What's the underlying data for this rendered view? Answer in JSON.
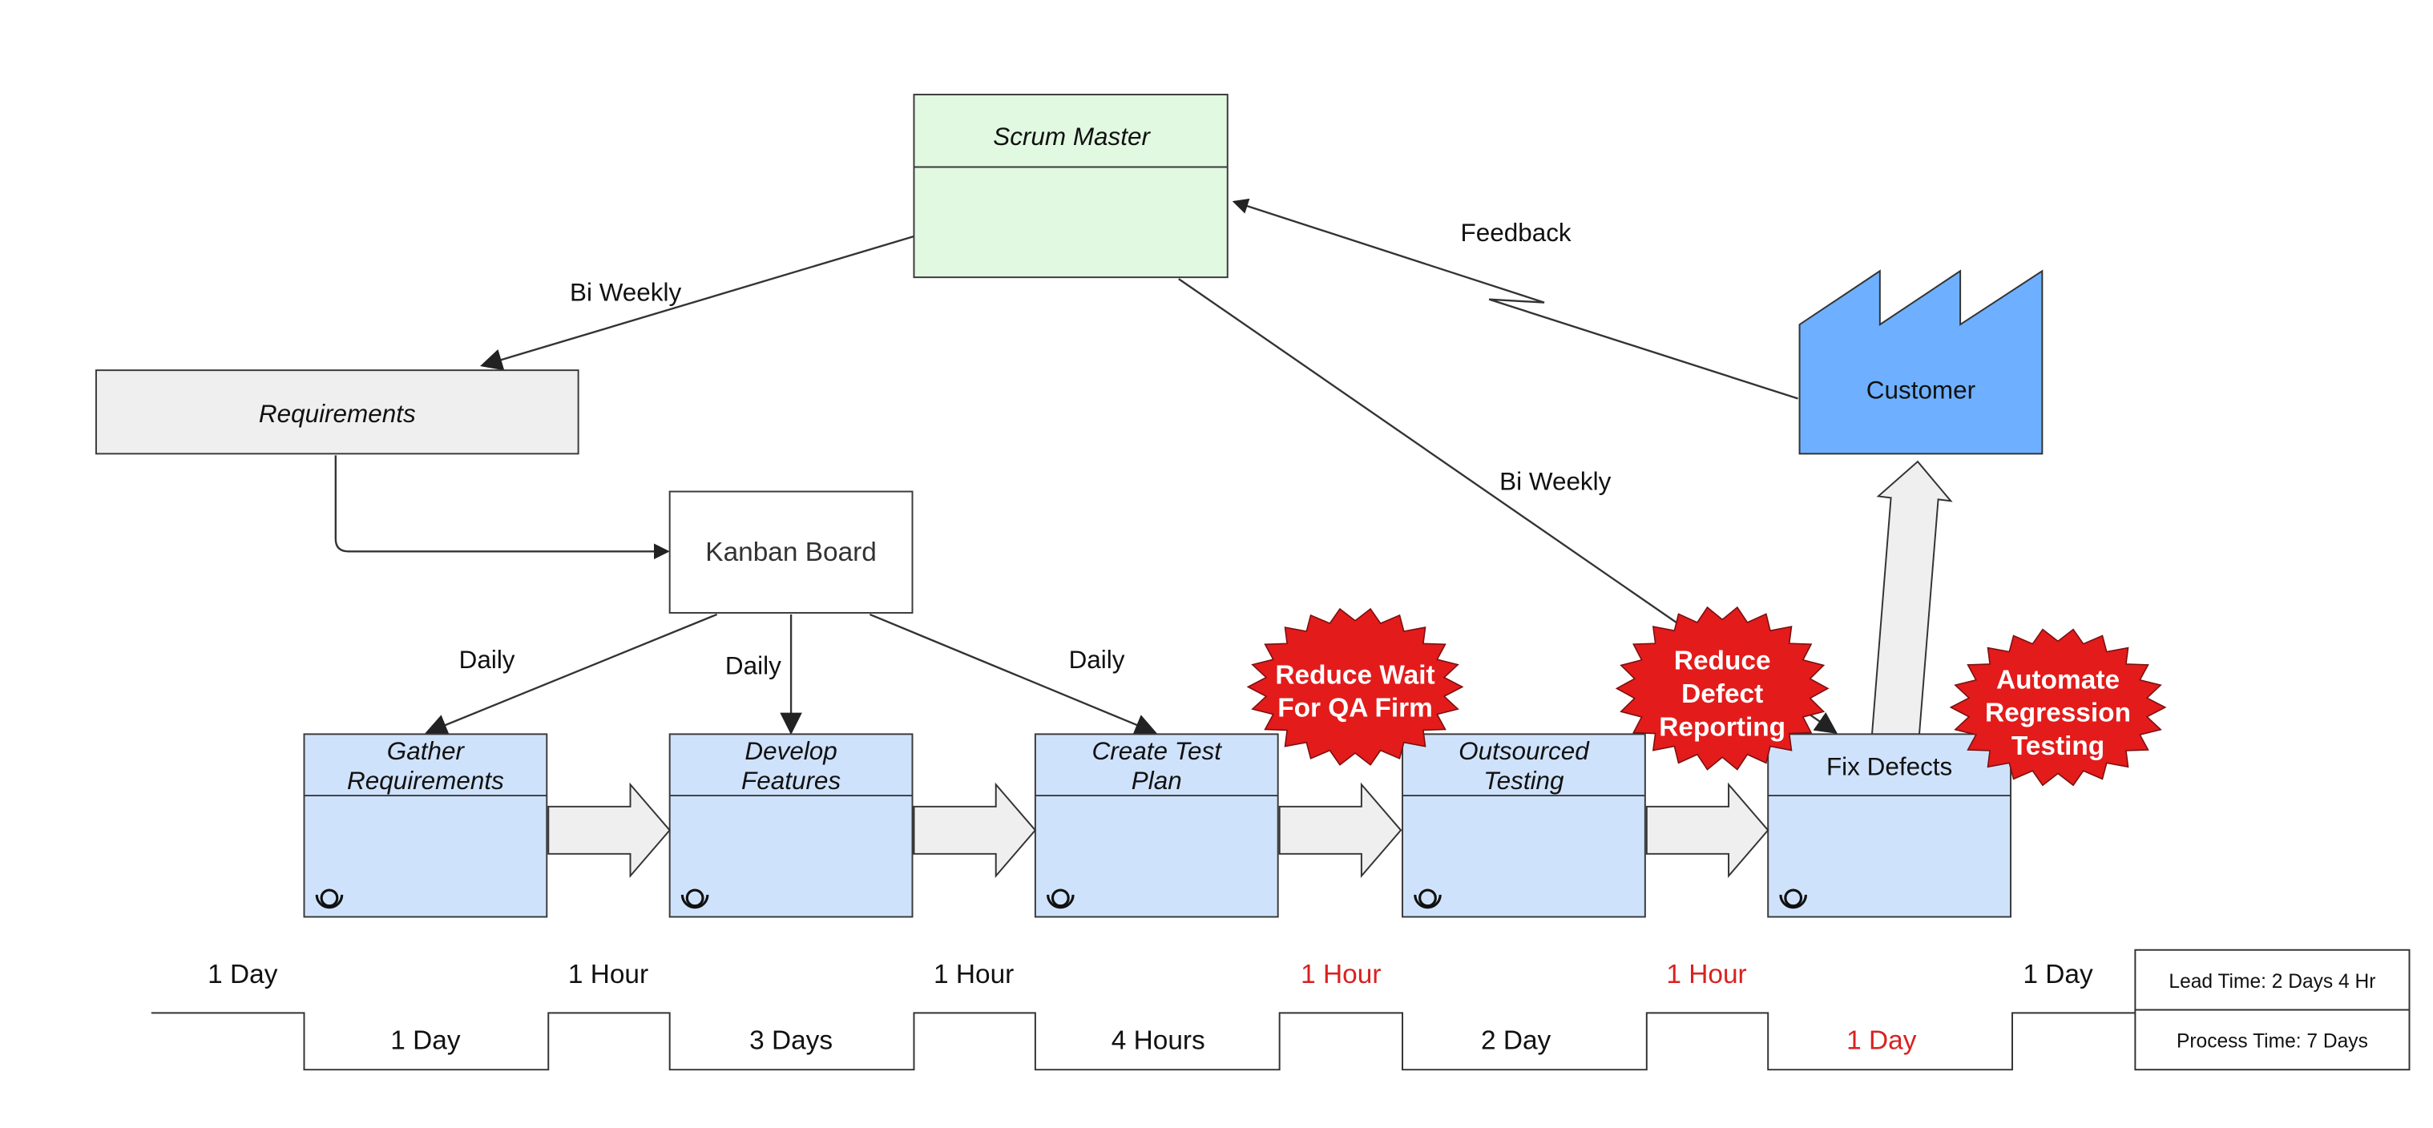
{
  "colors": {
    "process_fill": "#cfe2fb",
    "scrum_fill": "#e1f8e1",
    "requirements_fill": "#efefef",
    "customer_fill": "#6eb0ff",
    "burst_fill": "#e31b1b",
    "highlight_text": "#d92121"
  },
  "scrum_master": {
    "title": "Scrum Master"
  },
  "requirements": {
    "title": "Requirements"
  },
  "kanban": {
    "title": "Kanban Board"
  },
  "customer": {
    "title": "Customer",
    "icon": "factory-icon"
  },
  "flow_labels": {
    "bi_weekly_left": "Bi Weekly",
    "bi_weekly_right": "Bi Weekly",
    "feedback": "Feedback",
    "daily_1": "Daily",
    "daily_2": "Daily",
    "daily_3": "Daily"
  },
  "processes": [
    {
      "line1": "Gather",
      "line2": "Requirements",
      "italic": true,
      "icon": "operator-icon"
    },
    {
      "line1": "Develop",
      "line2": "Features",
      "italic": true,
      "icon": "operator-icon"
    },
    {
      "line1": "Create Test",
      "line2": "Plan",
      "italic": true,
      "icon": "operator-icon"
    },
    {
      "line1": "Outsourced",
      "line2": "Testing",
      "italic": true,
      "icon": "operator-icon"
    },
    {
      "line1": "Fix Defects",
      "line2": "",
      "italic": false,
      "icon": "operator-icon"
    }
  ],
  "kaizen_bursts": [
    {
      "line1": "Reduce Wait",
      "line2": "For QA Firm",
      "line3": ""
    },
    {
      "line1": "Reduce",
      "line2": "Defect",
      "line3": "Reporting"
    },
    {
      "line1": "Automate",
      "line2": "Regression",
      "line3": "Testing"
    }
  ],
  "timeline": {
    "wait_times": [
      {
        "text": "1 Day",
        "highlight": false
      },
      {
        "text": "1 Hour",
        "highlight": false
      },
      {
        "text": "1 Hour",
        "highlight": false
      },
      {
        "text": "1 Hour",
        "highlight": true
      },
      {
        "text": "1 Hour",
        "highlight": true
      },
      {
        "text": "1 Day",
        "highlight": false
      }
    ],
    "process_times": [
      {
        "text": "1 Day",
        "highlight": false
      },
      {
        "text": "3 Days",
        "highlight": false
      },
      {
        "text": "4 Hours",
        "highlight": false
      },
      {
        "text": "2 Day",
        "highlight": false
      },
      {
        "text": "1 Day",
        "highlight": true
      }
    ]
  },
  "summary": {
    "lead_time": "Lead Time: 2 Days 4 Hr",
    "process_time": "Process Time: 7 Days"
  }
}
